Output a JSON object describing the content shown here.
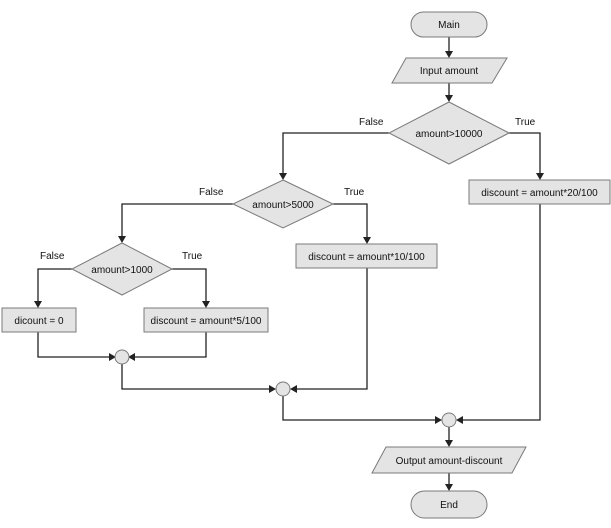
{
  "flowchart": {
    "start": "Main",
    "input": "Input amount",
    "decision_10000": "amount>10000",
    "decision_5000": "amount>5000",
    "decision_1000": "amount>1000",
    "process_20": "discount = amount*20/100",
    "process_10": "discount = amount*10/100",
    "process_5": "discount = amount*5/100",
    "process_0": "dicount = 0",
    "output": "Output amount-discount",
    "end": "End",
    "label_true": "True",
    "label_false": "False"
  },
  "colors": {
    "node_fill": "#e4e4e4",
    "node_stroke": "#7a7a7a",
    "edge": "#222222"
  }
}
